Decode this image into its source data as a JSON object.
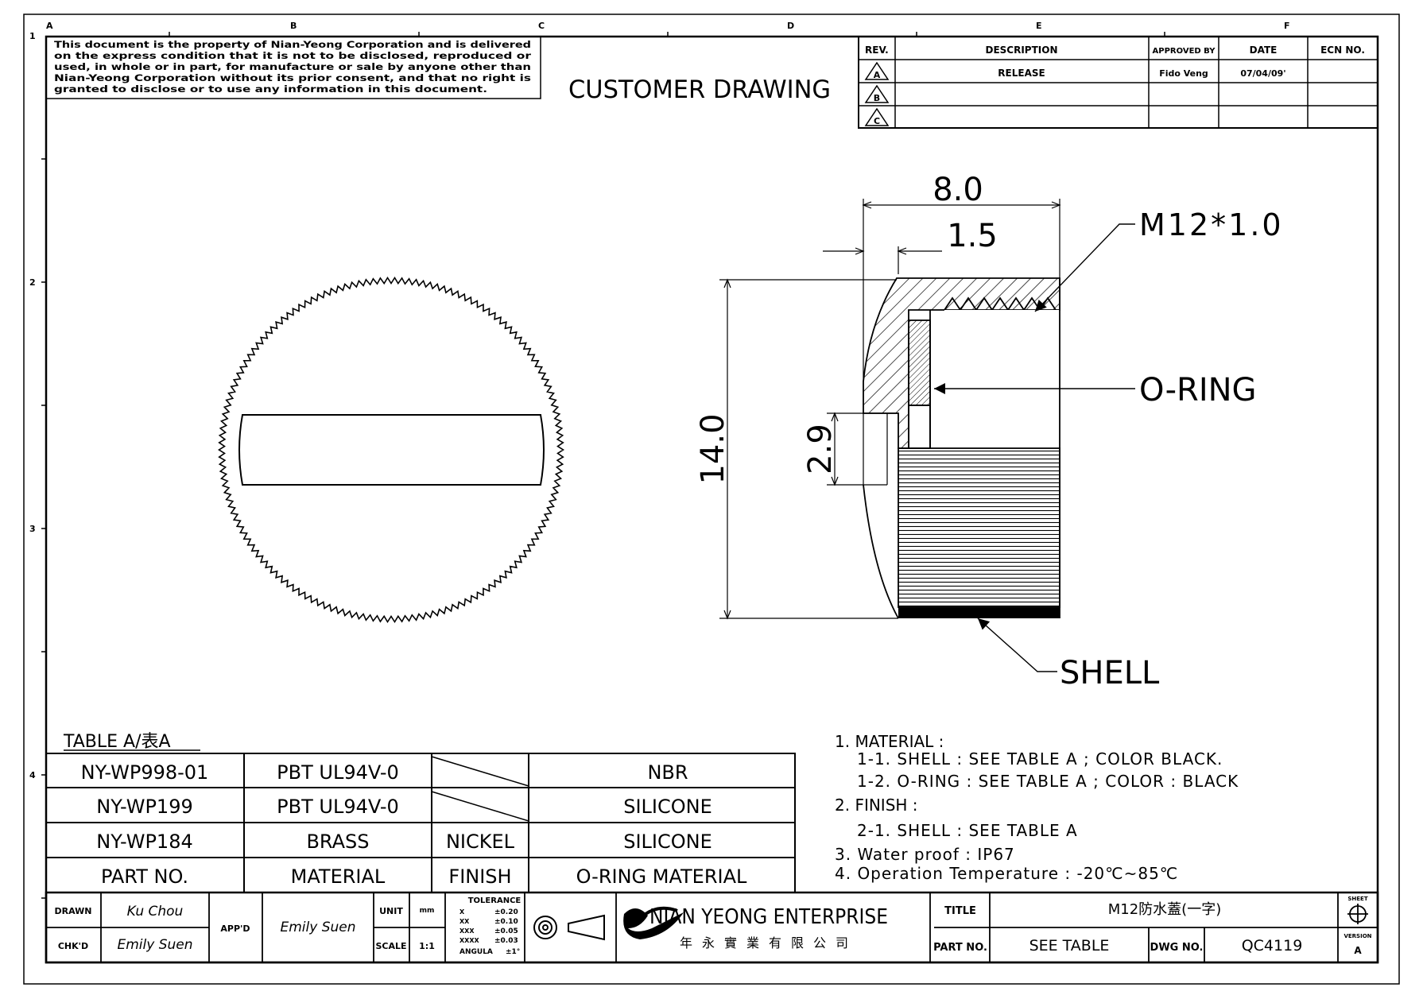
{
  "notice": [
    "This document is the property of Nian-Yeong Corporation and is delivered",
    "on  the  express condition that it is not to be disclosed, reproduced or",
    "used, in whole or in part, for manufacture or sale by anyone other than",
    "Nian-Yeong Corporation without  its prior consent, and that  no right  is",
    "granted to disclose or to use any information in this  document."
  ],
  "drawing_title": "CUSTOMER DRAWING",
  "zones": {
    "columns": [
      "A",
      "B",
      "C",
      "D",
      "E",
      "F"
    ],
    "rows": [
      "1",
      "2",
      "3",
      "4"
    ]
  },
  "revision_table": {
    "headers": [
      "REV.",
      "DESCRIPTION",
      "APPROVED BY",
      "DATE",
      "ECN NO."
    ],
    "rows": [
      {
        "rev": "A",
        "description": "RELEASE",
        "approved_by": "Fido Veng",
        "date": "07/04/09'",
        "ecn": ""
      },
      {
        "rev": "B",
        "description": "",
        "approved_by": "",
        "date": "",
        "ecn": ""
      },
      {
        "rev": "C",
        "description": "",
        "approved_by": "",
        "date": "",
        "ecn": ""
      }
    ]
  },
  "dimensions": {
    "width_total": "8.0",
    "width_step": "1.5",
    "height_total": "14.0",
    "slot": "2.9"
  },
  "callouts": {
    "thread": "M12*1.0",
    "oring": "O-RING",
    "shell": "SHELL"
  },
  "table_a": {
    "title": "TABLE A/表A",
    "rows": [
      [
        "NY-WP998-01",
        "PBT UL94V-0",
        "",
        "NBR"
      ],
      [
        "NY-WP199",
        "PBT UL94V-0",
        "",
        "SILICONE"
      ],
      [
        "NY-WP184",
        "BRASS",
        "NICKEL",
        "SILICONE"
      ]
    ],
    "headers": [
      "PART NO.",
      "MATERIAL",
      "FINISH",
      "O-RING MATERIAL"
    ]
  },
  "notes": [
    "1. MATERIAL :",
    "1-1. SHELL : SEE TABLE A ; COLOR BLACK.",
    "1-2. O-RING : SEE TABLE A ; COLOR : BLACK",
    "2. FINISH :",
    "2-1. SHELL : SEE TABLE A",
    "3. Water proof : IP67",
    "4. Operation Temperature : -20℃~85℃"
  ],
  "title_block": {
    "drawn_label": "DRAWN",
    "drawn_value": "Ku Chou",
    "chkd_label": "CHK'D",
    "chkd_value": "Emily Suen",
    "appd_label": "APP'D",
    "appd_value": "Emily Suen",
    "unit_label": "UNIT",
    "unit_value": "mm",
    "scale_label": "SCALE",
    "scale_value": "1:1",
    "tolerance": {
      "header": "TOLERANCE",
      "rows": [
        [
          "X",
          "±0.20"
        ],
        [
          "XX",
          "±0.10"
        ],
        [
          "XXX",
          "±0.05"
        ],
        [
          "XXXX",
          "±0.03"
        ],
        [
          "ANGULA",
          "±1°"
        ]
      ]
    },
    "company_en": "NIAN YEONG ENTERPRISE",
    "company_zh": "年永實業有限公司",
    "title_label": "TITLE",
    "title_value": "M12防水蓋(一字)",
    "part_no_label": "PART NO.",
    "part_no_value": "SEE TABLE",
    "dwg_no_label": "DWG NO.",
    "dwg_no_value": "QC4119",
    "sheet_label": "SHEET",
    "version_label": "VERSION",
    "version_value": "A"
  }
}
